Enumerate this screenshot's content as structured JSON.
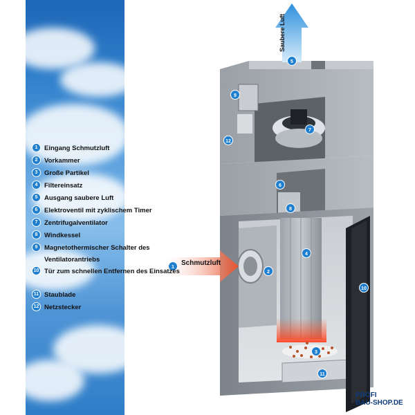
{
  "legend": {
    "items": [
      {
        "num": "1",
        "label": "Eingang Schmutzluft"
      },
      {
        "num": "2",
        "label": "Vorkammer"
      },
      {
        "num": "3",
        "label": "Große Partikel"
      },
      {
        "num": "4",
        "label": "Filtereinsatz"
      },
      {
        "num": "5",
        "label": "Ausgang saubere Luft"
      },
      {
        "num": "6",
        "label": "Elektroventil mit zyklischem Timer"
      },
      {
        "num": "7",
        "label": "Zentrifugalventilator"
      },
      {
        "num": "8",
        "label": "Windkessel"
      },
      {
        "num": "9",
        "label": "Magnetothermischer Schalter des Ventilatorantriebs"
      },
      {
        "num": "10",
        "label": "Tür zum schnellen Entfernen des Einsatzes"
      },
      {
        "num": "11",
        "label": "Staublade"
      },
      {
        "num": "12",
        "label": "Netzstecker"
      }
    ]
  },
  "callouts": {
    "inlet_label": "Schmutzluft",
    "outlet_label": "Saubere Luft",
    "inlet_num": "1",
    "outlet_num": "5",
    "n2": "2",
    "n3": "3",
    "n4": "4",
    "n6": "6",
    "n7": "7",
    "n8": "8",
    "n9": "9",
    "n10": "10",
    "n11": "11",
    "n12": "12"
  },
  "brand": {
    "line1": "PROFI",
    "line2": "BAU-SHOP.DE"
  },
  "colors": {
    "badge": "#1e7fd0",
    "inlet_arrow": "#e8502a",
    "outlet_arrow": "#3a9be0",
    "housing": "#8f959c"
  }
}
